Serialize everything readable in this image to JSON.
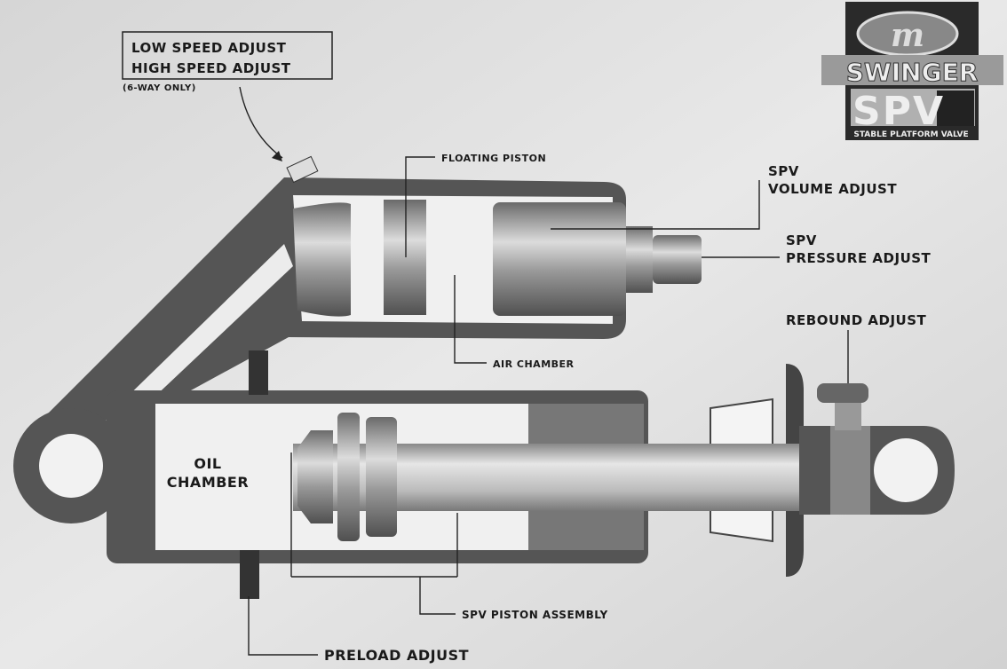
{
  "logo": {
    "brand_mark": "m",
    "brand": "SWINGER",
    "product": "SPV",
    "tagline": "STABLE PLATFORM VALVE"
  },
  "labels": {
    "low_speed": "LOW SPEED ADJUST",
    "high_speed": "HIGH SPEED ADJUST",
    "six_way": "(6-WAY ONLY)",
    "floating_piston": "FLOATING PISTON",
    "spv_volume_1": "SPV",
    "spv_volume_2": "VOLUME ADJUST",
    "spv_pressure_1": "SPV",
    "spv_pressure_2": "PRESSURE ADJUST",
    "rebound": "REBOUND ADJUST",
    "air_chamber": "AIR CHAMBER",
    "oil_chamber_1": "OIL",
    "oil_chamber_2": "CHAMBER",
    "spv_piston": "SPV PISTON ASSEMBLY",
    "preload": "PRELOAD ADJUST"
  }
}
